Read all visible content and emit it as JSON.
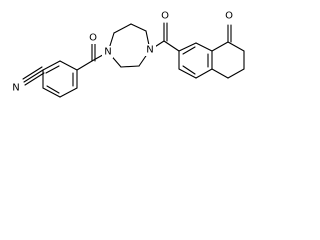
{
  "labels": {
    "nitrile_nitrogen": "N",
    "amide_oxygen_left": "O",
    "ring_nitrogen_left": "N",
    "ring_nitrogen_right": "N",
    "amide_oxygen_right": "O",
    "ketone_oxygen": "O"
  }
}
